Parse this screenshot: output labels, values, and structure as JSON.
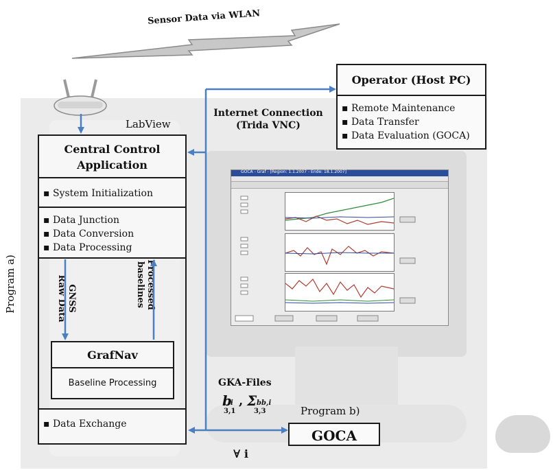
{
  "wlan_label": "Sensor Data via WLAN",
  "labview_label": "LabView",
  "operator": {
    "title": "Operator (Host PC)",
    "items": [
      "Remote Maintenance",
      "Data Transfer",
      "Data Evaluation (GOCA)"
    ]
  },
  "internet": {
    "line1": "Internet Connection",
    "line2": "(Trida VNC)"
  },
  "central": {
    "title_line1": "Central Control",
    "title_line2": "Application",
    "init": "System Initialization",
    "items": [
      "Data Junction",
      "Data Conversion",
      "Data Processing"
    ],
    "exchange": "Data Exchange"
  },
  "gnss": {
    "line1": "GNSS",
    "line2": "Raw Data"
  },
  "processed": {
    "line1": "Processed",
    "line2": "baselines"
  },
  "grafnav": {
    "title": "GrafNav",
    "subtitle": "Baseline Processing"
  },
  "program_a": "Program a)",
  "program_b": "Program b)",
  "gka_files": "GKA-Files",
  "formula": {
    "b": "b",
    "b_sub": "i",
    "b_dims": "3,1",
    "comma": ",",
    "sigma": "Σ",
    "sigma_sub": "bb,i",
    "sigma_dims": "3,3"
  },
  "forall": "∀ i",
  "goca": "GOCA",
  "screenshot_title": "GOCA - Graf - [Region: 1.1.2007 - Ende: 18.1.2007]",
  "colors": {
    "arrow": "#4a7fc1",
    "box_border": "#1a1a1a"
  }
}
